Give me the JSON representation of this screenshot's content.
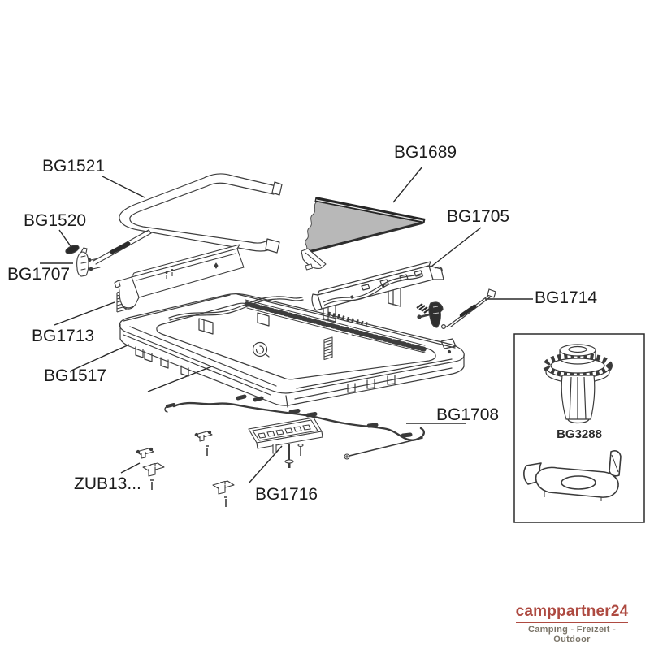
{
  "colors": {
    "line": "#3d3d3d",
    "label_text": "#1c1c1c",
    "blind_fill": "#b8b8b8",
    "logo_red": "#ae4a41",
    "logo_gray": "#7b7569"
  },
  "part_labels": {
    "bg1521": "BG1521",
    "bg1520": "BG1520",
    "bg1707": "BG1707",
    "bg1713": "BG1713",
    "bg1517": "BG1517",
    "bg1689": "BG1689",
    "bg1705": "BG1705",
    "bg1714": "BG1714",
    "bg1708": "BG1708",
    "zub13": "ZUB13...",
    "bg1716": "BG1716",
    "bg3288": "BG3288"
  },
  "logo": {
    "brand": "camppartner24",
    "tagline": "Camping - Freizeit - Outdoor"
  }
}
